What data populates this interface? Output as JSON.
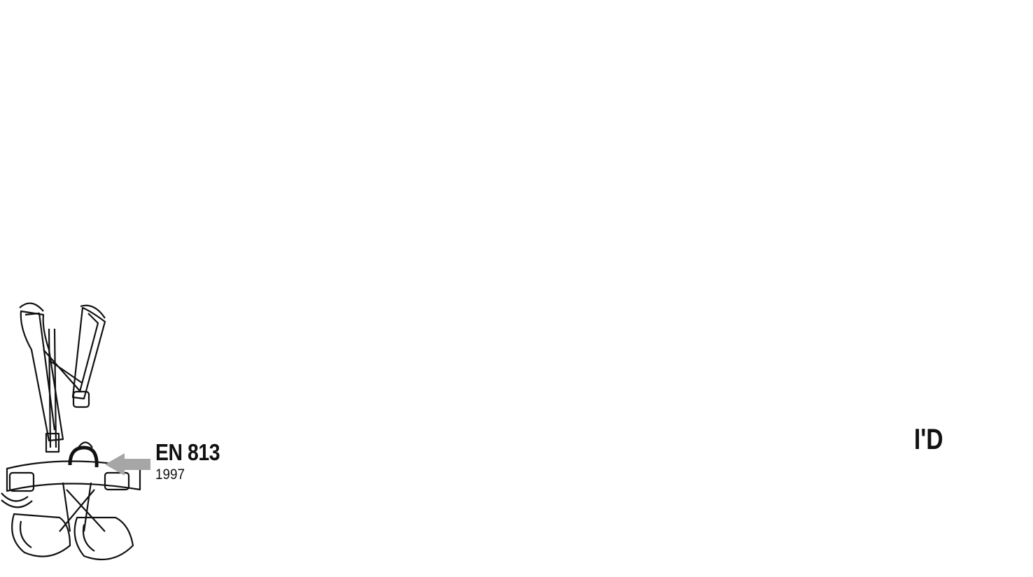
{
  "standard": {
    "code": "EN 813",
    "year": "1997"
  },
  "device": {
    "name": "I'D"
  },
  "icons": {
    "anchor": "anchor-symbol-icon",
    "harness": "harness-attachment-icon"
  },
  "colors": {
    "icon_fill": "#8f8f8f",
    "ink": "#111111",
    "arrow_gray": "#a6a6a6"
  }
}
